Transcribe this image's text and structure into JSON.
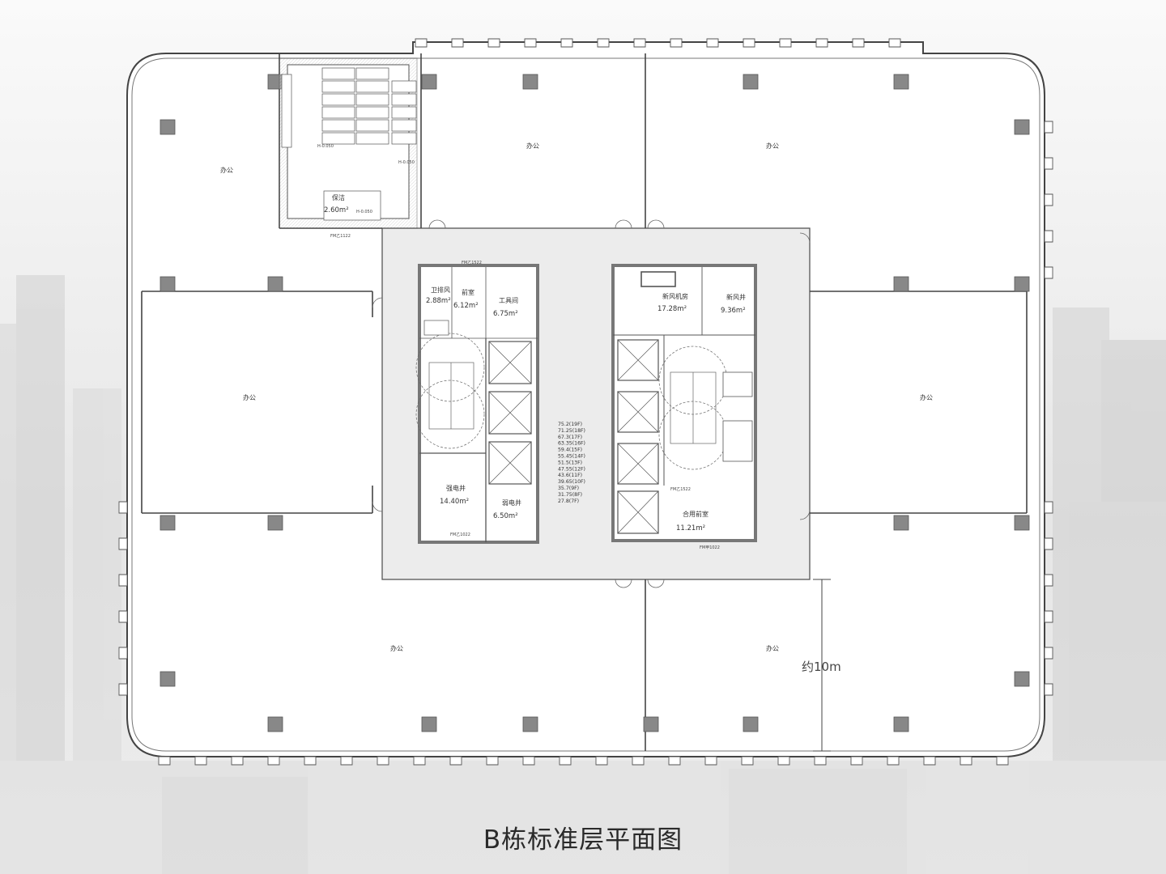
{
  "title": "B栋标准层平面图",
  "dimension": {
    "label": "约10m"
  },
  "office_label": "办公",
  "rooms": {
    "ventilation": {
      "name": "卫排风",
      "area": "2.88m²"
    },
    "front": {
      "name": "前室",
      "area": "6.12m²"
    },
    "tool": {
      "name": "工具间",
      "area": "6.75m²"
    },
    "strong_elec": {
      "name": "强电井",
      "area": "14.40m²"
    },
    "weak_elec": {
      "name": "弱电井",
      "area": "6.50m²"
    },
    "fresh_air_room": {
      "name": "新风机房",
      "area": "17.28m²"
    },
    "fresh_air_shaft": {
      "name": "新风井",
      "area": "9.36m²"
    },
    "shared_front": {
      "name": "合用前室",
      "area": "11.21m²"
    },
    "cleaning": {
      "name": "保洁",
      "area": "2.60m²"
    }
  },
  "elevation_marks": {
    "wc_left": "H-0.050",
    "wc_right": "H-0.050",
    "cleaning": "H-0.050"
  },
  "door_tags": {
    "fm_b1": "FM乙1122",
    "fm_b2": "FM乙1522",
    "fm_b3": "FM乙1022",
    "fm_a": "FM甲1022"
  },
  "elevations": [
    "75.2(19F)",
    "71.25(18F)",
    "67.3(17F)",
    "63.35(16F)",
    "59.4(15F)",
    "55.45(14F)",
    "51.5(13F)",
    "47.55(12F)",
    "43.6(11F)",
    "39.65(10F)",
    "35.7(9F)",
    "31.75(8F)",
    "27.8(7F)"
  ]
}
